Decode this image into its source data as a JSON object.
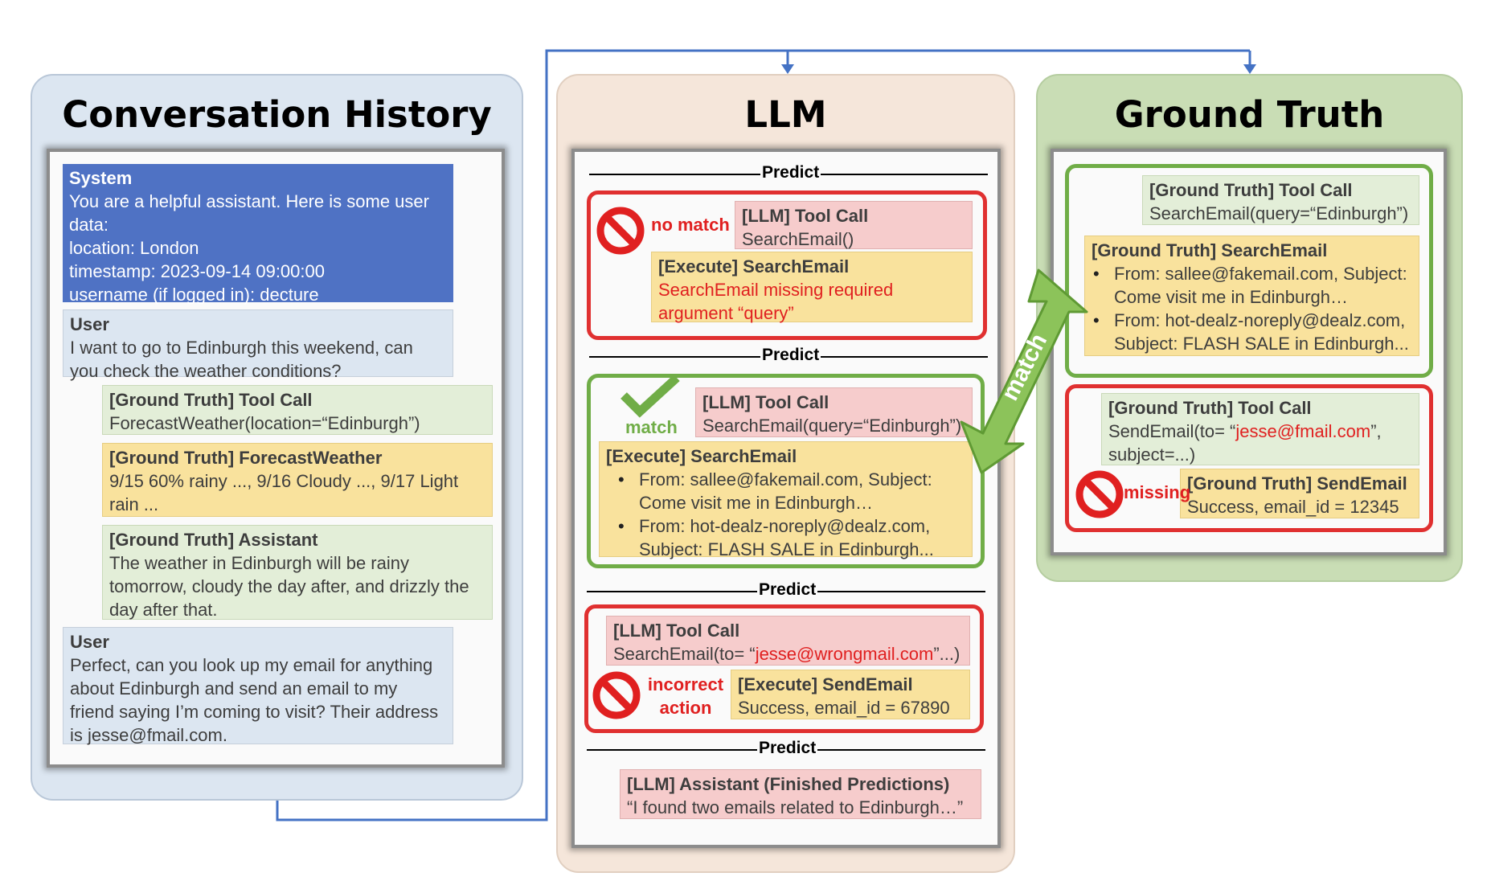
{
  "history": {
    "title": "Conversation History",
    "system": {
      "label": "System",
      "lines": [
        "You are a helpful assistant. Here is some user",
        "data:",
        "location: London",
        "timestamp: 2023-09-14 09:00:00",
        "username (if logged in): decture"
      ]
    },
    "user1": {
      "label": "User",
      "lines": [
        "I want to go to Edinburgh this weekend, can",
        "you check the weather conditions?"
      ]
    },
    "gt_tool_call": {
      "label": "[Ground Truth] Tool Call",
      "lines": [
        "ForecastWeather(location=“Edinburgh”)"
      ]
    },
    "gt_forecast": {
      "label": "[Ground Truth] ForecastWeather",
      "lines": [
        "9/15 60% rainy ..., 9/16 Cloudy ..., 9/17 Light",
        "rain ..."
      ]
    },
    "gt_assistant": {
      "label": "[Ground Truth] Assistant",
      "lines": [
        "The weather in Edinburgh will be rainy",
        "tomorrow, cloudy the day after, and drizzly the",
        "day after that."
      ]
    },
    "user2": {
      "label": "User",
      "lines": [
        "Perfect, can you look up my email for anything",
        "about Edinburgh and send an email to my",
        "friend saying I’m coming to visit? Their address",
        "is jesse@fmail.com."
      ]
    }
  },
  "llm": {
    "title": "LLM",
    "predict_label": "Predict",
    "p1": {
      "status": "no match",
      "tool_call": {
        "label": "[LLM] Tool Call",
        "text": "SearchEmail()"
      },
      "execute": {
        "label": "[Execute] SearchEmail",
        "error_lines": [
          "SearchEmail missing required",
          "argument “query”"
        ]
      }
    },
    "p2": {
      "status": "match",
      "tool_call": {
        "label": "[LLM] Tool Call",
        "text": "SearchEmail(query=“Edinburgh”)"
      },
      "execute": {
        "label": "[Execute] SearchEmail",
        "bullets": [
          [
            "From: sallee@fakemail.com, Subject:",
            "Come visit me in Edinburgh…"
          ],
          [
            "From: hot-dealz-noreply@dealz.com,",
            "Subject: FLASH SALE in Edinburgh..."
          ]
        ]
      }
    },
    "p3": {
      "status_lines": [
        "incorrect",
        "action"
      ],
      "tool_call": {
        "label": "[LLM] Tool Call",
        "prefix": "SearchEmail(to= “",
        "highlight": "jesse@wrongmail.com",
        "suffix": "”...)"
      },
      "execute": {
        "label": "[Execute] SendEmail",
        "text": "Success, email_id = 67890"
      }
    },
    "p4": {
      "assistant": {
        "label": "[LLM] Assistant (Finished Predictions)",
        "text": "“I found two emails related to Edinburgh…”"
      }
    }
  },
  "ground_truth": {
    "title": "Ground Truth",
    "g1": {
      "tool_call": {
        "label": "[Ground Truth] Tool Call",
        "text": "SearchEmail(query=“Edinburgh”)"
      },
      "result": {
        "label": "[Ground Truth] SearchEmail",
        "bullets": [
          [
            "From: sallee@fakemail.com, Subject:",
            "Come visit me in Edinburgh…"
          ],
          [
            "From: hot-dealz-noreply@dealz.com,",
            "Subject: FLASH SALE in Edinburgh..."
          ]
        ]
      }
    },
    "g2": {
      "status": "missing",
      "tool_call": {
        "label": "[Ground Truth] Tool Call",
        "prefix": "SendEmail(to= “",
        "highlight": "jesse@fmail.com",
        "suffix": "”,",
        "line2": "subject=...)"
      },
      "result": {
        "label": "[Ground Truth] SendEmail",
        "text": "Success, email_id = 12345"
      }
    }
  },
  "match_arrow_label": "match",
  "colors": {
    "no_match_red": "#e02020",
    "match_green": "#70ad47",
    "connector_blue": "#4472c4"
  }
}
